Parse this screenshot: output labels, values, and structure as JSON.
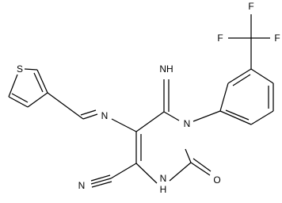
{
  "molecule": {
    "atoms": {
      "s": "S",
      "n_imine": "N",
      "nh_imino": "NH",
      "n_ring": "N",
      "n_nitrile": "N",
      "o_carbonyl": "O",
      "h_nh": "H",
      "n_nh": "N",
      "f_top": "F",
      "f_left": "F",
      "f_right": "F"
    }
  }
}
